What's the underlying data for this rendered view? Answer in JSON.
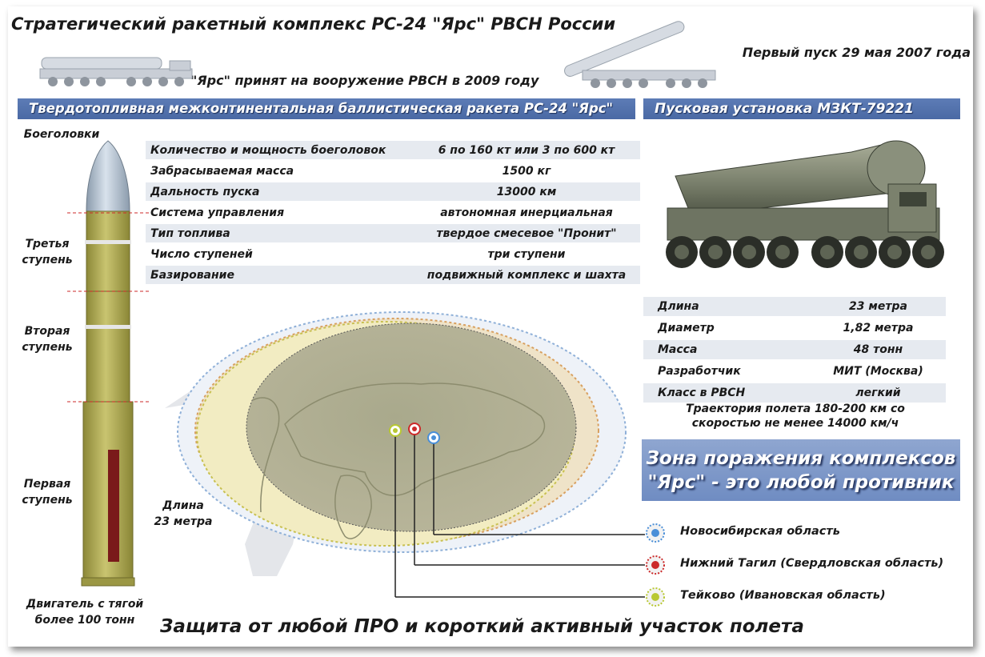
{
  "header": {
    "title": "Стратегический ракетный комплекс РС-24 \"Ярс\" РВСН России",
    "first_launch": "Первый пуск 29 мая 2007 года",
    "adopted": "\"Ярс\" принят на вооружение РВСН в 2009 году"
  },
  "missile": {
    "band_title": "Твердотопливная межконтинентальная баллистическая ракета РС-24 \"Ярс\"",
    "stages": {
      "warheads": "Боеголовки",
      "third": [
        "Третья",
        "ступень"
      ],
      "second": [
        "Вторая",
        "ступень"
      ],
      "first": [
        "Первая",
        "ступень"
      ],
      "engine": [
        "Двигатель с тягой",
        "более 100 тонн"
      ]
    },
    "specs": [
      {
        "label": "Количество и мощность боеголовок",
        "value": "6 по 160 кт или 3 по 600 кт"
      },
      {
        "label": "Забрасываемая масса",
        "value": "1500 кг"
      },
      {
        "label": "Дальность пуска",
        "value": "13000 км"
      },
      {
        "label": "Система управления",
        "value": "автономная инерциальная"
      },
      {
        "label": "Тип топлива",
        "value": "твердое смесевое \"Пронит\""
      },
      {
        "label": "Число ступеней",
        "value": "три ступени"
      },
      {
        "label": "Базирование",
        "value": "подвижный комплекс и шахта"
      }
    ],
    "length_label": [
      "Длина",
      "23 метра"
    ]
  },
  "launcher": {
    "band_title": "Пусковая установка МЗКТ-79221",
    "specs": [
      {
        "label": "Длина",
        "value": "23 метра"
      },
      {
        "label": "Диаметр",
        "value": "1,82 метра"
      },
      {
        "label": "Масса",
        "value": "48 тонн"
      },
      {
        "label": "Разработчик",
        "value": "МИТ (Москва)"
      },
      {
        "label": "Класс в РВСН",
        "value": "легкий"
      }
    ],
    "trajectory": [
      "Траектория полета 180-200 км со",
      "скоростью не менее 14000 км/ч"
    ]
  },
  "zone": {
    "line1": "Зона поражения комплексов",
    "line2": "\"Ярс\" - это любой противник"
  },
  "bases": [
    {
      "name": "Новосибирская область",
      "color": "#4a8fd8"
    },
    {
      "name": "Нижний Тагил (Свердловская область)",
      "color": "#cc2a2a"
    },
    {
      "name": "Тейково (Ивановская область)",
      "color": "#b8c832"
    }
  ],
  "slogan": "Защита от любой ПРО и короткий активный участок полета",
  "colors": {
    "band": "#4a69a4",
    "missile_body": "#b3ad55",
    "nose": "#a8b8c8",
    "map_land": "#a8a88a"
  }
}
